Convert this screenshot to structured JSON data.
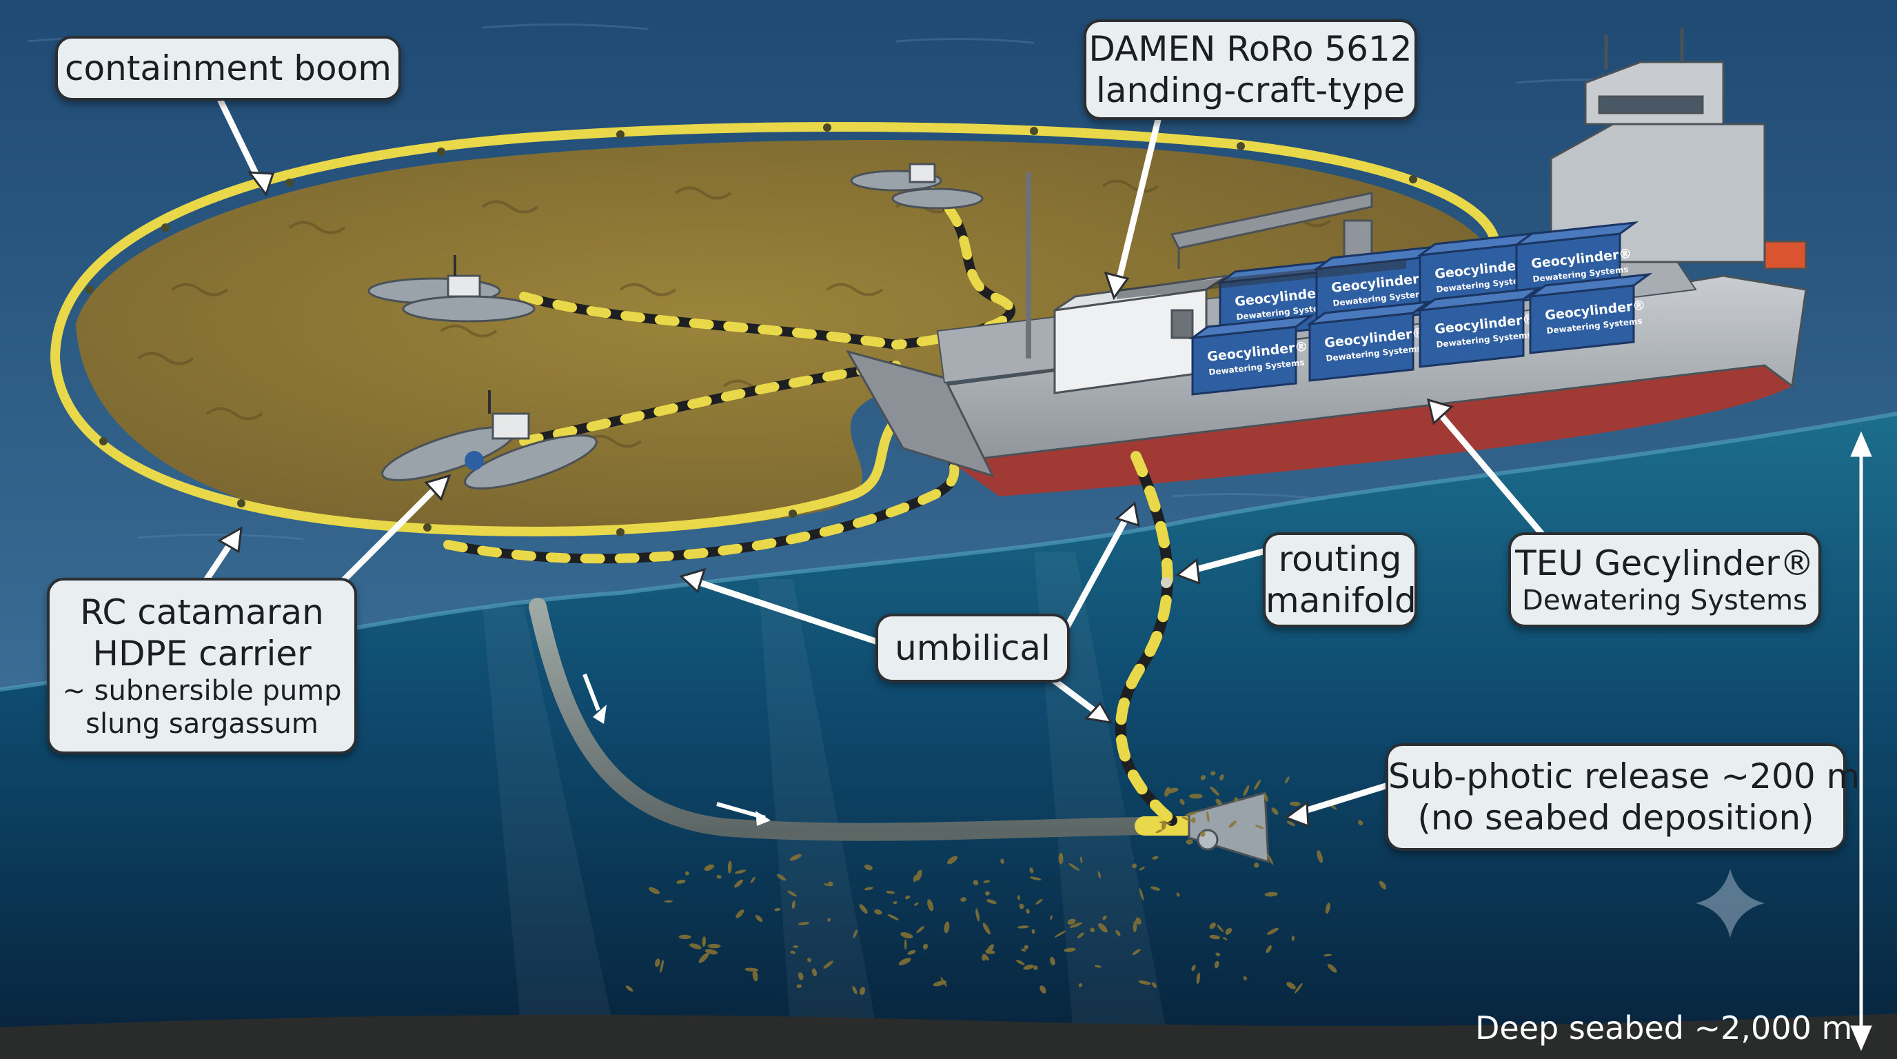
{
  "callouts": {
    "containment_boom": "containment boom",
    "damen_line1": "DAMEN RoRo 5612",
    "damen_line2": "landing-craft-type",
    "rc_line1": "RC catamaran",
    "rc_line2": "HDPE carrier",
    "rc_line3": "~ subnersible pump",
    "rc_line4": "slung sargassum",
    "umbilical": "umbilical",
    "routing_line1": "routing",
    "routing_line2": "manifold",
    "teu_line1": "TEU Gecylinder®",
    "teu_line2": "Dewatering Systems",
    "release_line1": "Sub-photic release ~200 m",
    "release_line2": "(no seabed deposition)"
  },
  "depth_label": "Deep seabed ~2,000 m",
  "containers": {
    "name": "Geocylinder®",
    "sub": "Dewatering Systems"
  },
  "colors": {
    "sea_surface": "#2e5f8a",
    "deep_water": "#0a3050",
    "sargassum": "#8a7433",
    "boom": "#e8d84a",
    "hull": "#b7bcc1",
    "hull_bottom": "#a13a35",
    "container": "#2f5fa3",
    "callout_bg": "#e9eef1"
  }
}
